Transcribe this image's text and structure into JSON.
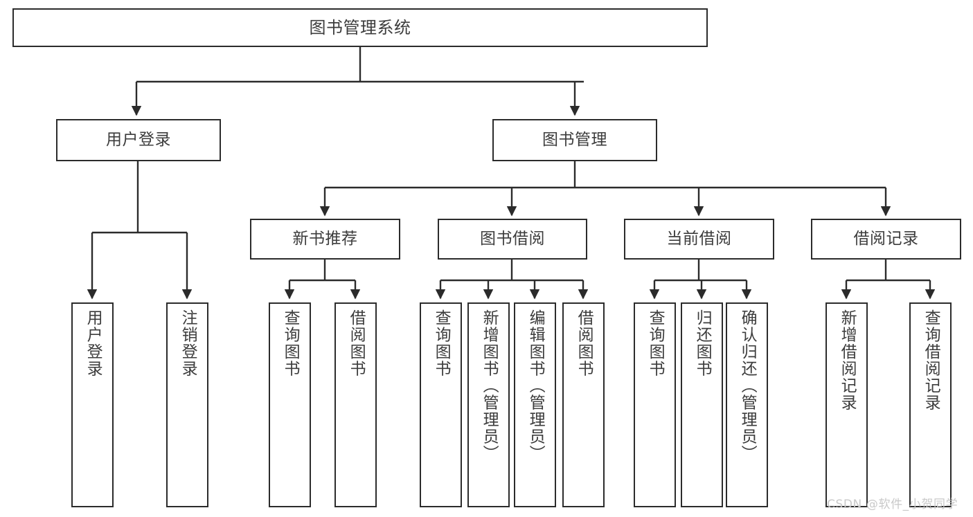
{
  "diagram": {
    "title": "图书管理系统",
    "type": "tree-hierarchy",
    "watermark": "CSDN @软件_小贺同学",
    "stroke_color": "#2b2b2b",
    "text_color": "#3c3c3c",
    "background_color": "#ffffff",
    "watermark_color": "#c9c9c9"
  },
  "root": {
    "label": "图书管理系统"
  },
  "level2": [
    {
      "label": "用户登录"
    },
    {
      "label": "图书管理"
    }
  ],
  "level3": [
    {
      "label": "新书推荐"
    },
    {
      "label": "图书借阅"
    },
    {
      "label": "当前借阅"
    },
    {
      "label": "借阅记录"
    }
  ],
  "leaves": {
    "user_login": [
      {
        "label": "用户登录"
      },
      {
        "label": "注销登录"
      }
    ],
    "new_book_recommend": [
      {
        "label": "查询图书"
      },
      {
        "label": "借阅图书"
      }
    ],
    "book_borrow": [
      {
        "label": "查询图书"
      },
      {
        "label": "新增图书（管理员）"
      },
      {
        "label": "编辑图书（管理员）"
      },
      {
        "label": "借阅图书"
      }
    ],
    "current_borrow": [
      {
        "label": "查询图书"
      },
      {
        "label": "归还图书"
      },
      {
        "label": "确认归还（管理员）"
      }
    ],
    "borrow_record": [
      {
        "label": "新增借阅记录"
      },
      {
        "label": "查询借阅记录"
      }
    ]
  }
}
